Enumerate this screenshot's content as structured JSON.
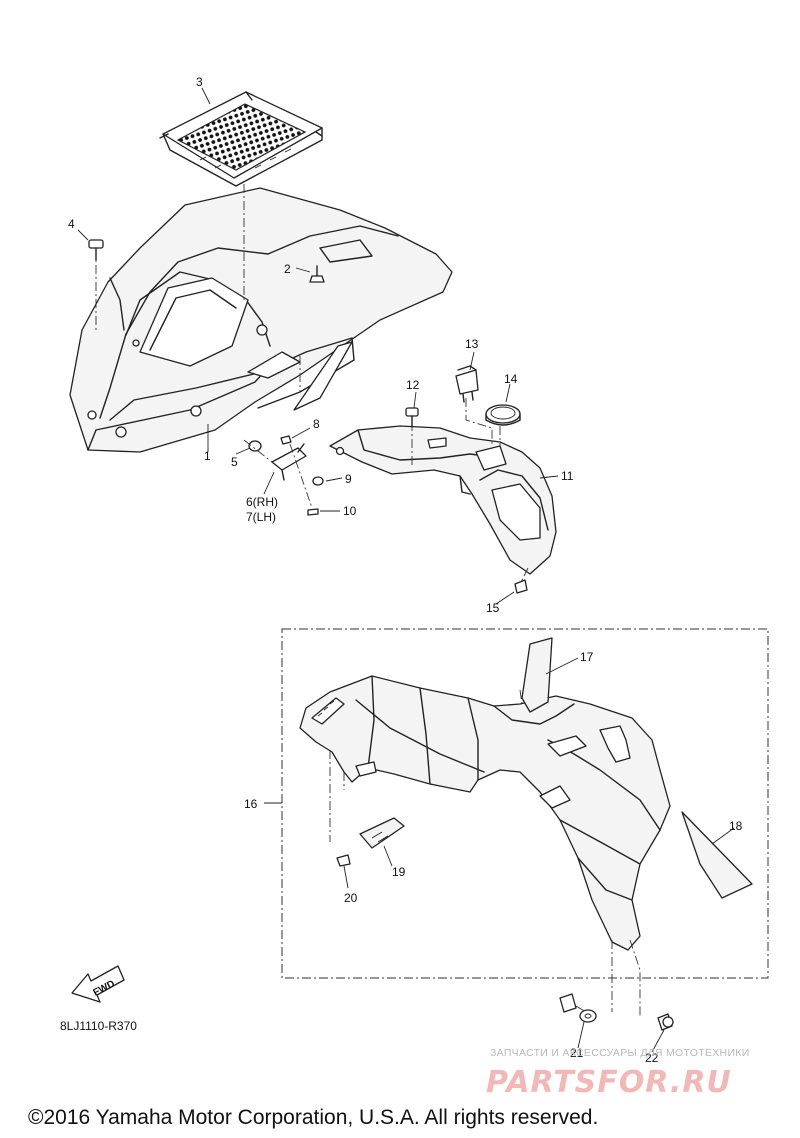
{
  "diagram_code": "8LJ1110-R370",
  "fwd_label": "FWD",
  "copyright": "©2016 Yamaha Motor Corporation, U.S.A. All rights reserved.",
  "watermark": {
    "tagline": "ЗАПЧАСТИ И АКСЕССУАРЫ ДЛЯ МОТОТЕХНИКИ",
    "brand": "PARTSFOR.RU"
  },
  "part_labels": {
    "p1": "1",
    "p2": "2",
    "p3": "3",
    "p4": "4",
    "p5": "5",
    "p6": "6(RH)",
    "p7": "7(LH)",
    "p8": "8",
    "p9": "9",
    "p10": "10",
    "p11": "11",
    "p12": "12",
    "p13": "13",
    "p14": "14",
    "p15": "15",
    "p16": "16",
    "p17": "17",
    "p18": "18",
    "p19": "19",
    "p20": "20",
    "p21": "21",
    "p22": "22"
  }
}
